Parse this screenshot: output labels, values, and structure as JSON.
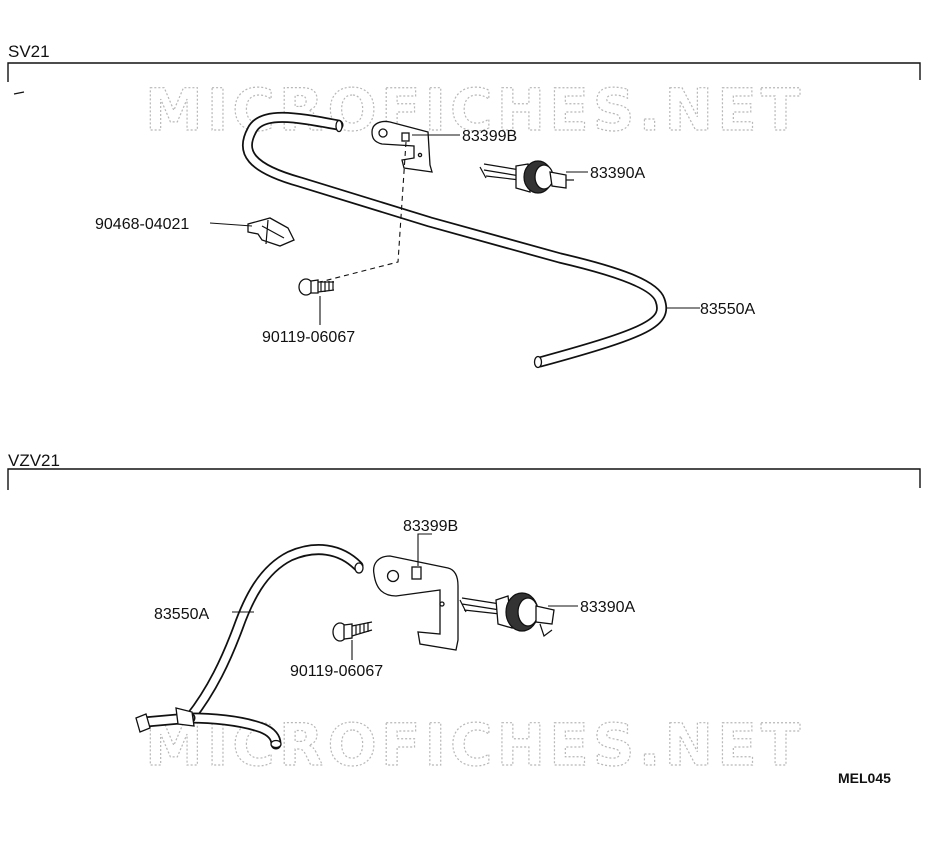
{
  "sections": [
    {
      "title": "SV21",
      "labels": {
        "bracket": "83399B",
        "switch": "83390A",
        "clamp": "90468-04021",
        "bolt": "90119-06067",
        "hose": "83550A"
      }
    },
    {
      "title": "VZV21",
      "labels": {
        "bracket": "83399B",
        "switch": "83390A",
        "hose": "83550A",
        "bolt": "90119-06067"
      }
    }
  ],
  "watermark": "MICROFICHES.NET",
  "figure_code": "MEL045",
  "colors": {
    "ink": "#111111",
    "watermark": "#b8b8b8",
    "background": "#ffffff"
  }
}
